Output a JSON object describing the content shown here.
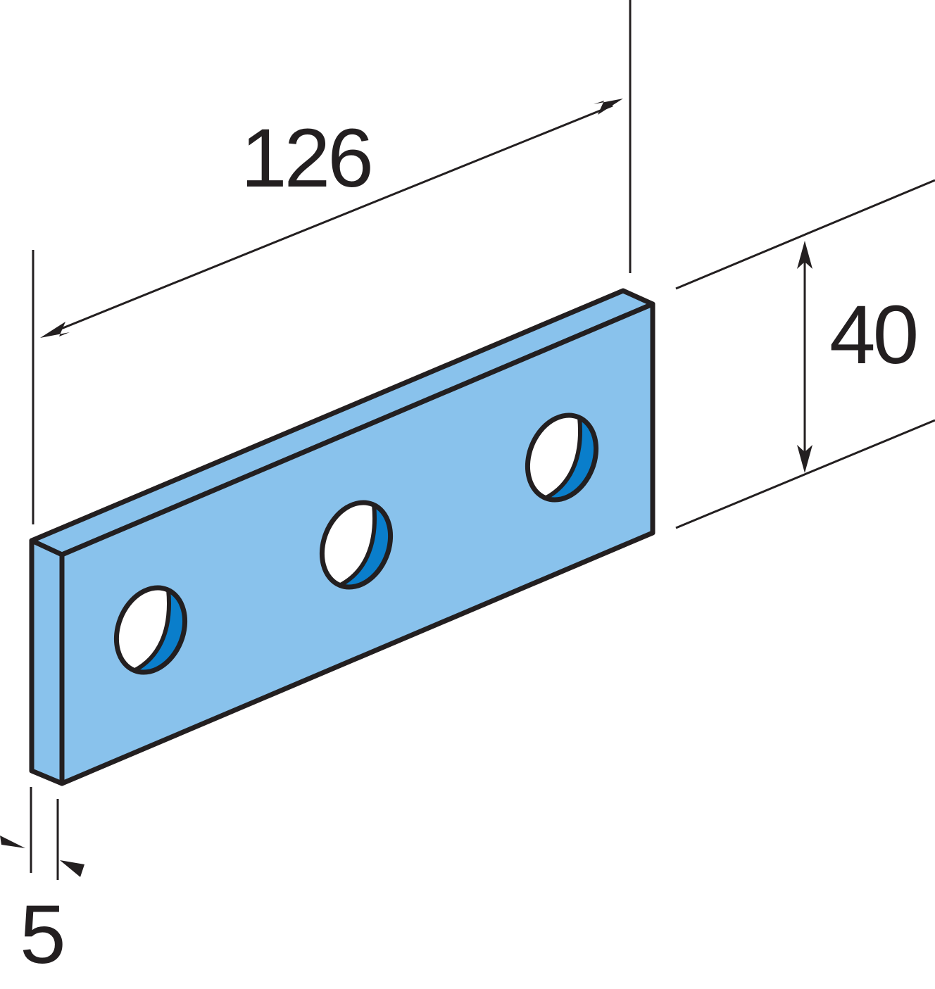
{
  "dimensions": {
    "length": {
      "value": "126"
    },
    "height": {
      "value": "40"
    },
    "thickness": {
      "value": "5"
    }
  },
  "colors": {
    "plate_face": "#89c2ec",
    "plate_top": "#89c2ec",
    "plate_side": "#89c2ec",
    "hole_inner": "#0a7ecb",
    "outline": "#231f20"
  }
}
